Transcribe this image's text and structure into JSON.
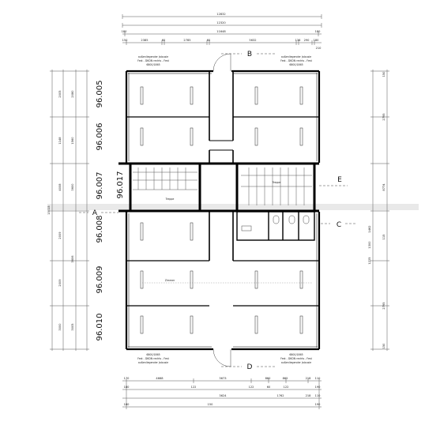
{
  "rooms": [
    {
      "id": "96.005",
      "label": "96.005"
    },
    {
      "id": "96.006",
      "label": "96.006"
    },
    {
      "id": "96.007",
      "label": "96.007"
    },
    {
      "id": "96.017",
      "label": "96.017"
    },
    {
      "id": "96.008",
      "label": "96.008"
    },
    {
      "id": "96.009",
      "label": "96.009"
    },
    {
      "id": "96.010",
      "label": "96.010"
    }
  ],
  "sections": {
    "A": "A",
    "B": "B",
    "C": "C",
    "D": "D",
    "E": "E"
  },
  "dims_top": {
    "overall": "12832",
    "row2": "12320",
    "row3_left": "180",
    "row3_mid": "11648",
    "row3_right": "180",
    "row4": [
      "150",
      "2385",
      "60",
      "2785",
      "60",
      "5632",
      "136",
      "290",
      "180"
    ],
    "row5": "210"
  },
  "dims_bottom": {
    "row1": [
      "170",
      "4668",
      "3673",
      "860",
      "865",
      "218",
      "110"
    ],
    "row2": [
      "180",
      "122",
      "122",
      "60",
      "122",
      "190"
    ],
    "row3": [
      "3624",
      "1762",
      "218",
      "110"
    ],
    "row4": [
      "180",
      "150",
      "190"
    ]
  },
  "dims_left": {
    "outer": [
      "2005",
      "1148",
      "4008",
      "2009",
      "2009",
      "3000"
    ],
    "inner": [
      "2080",
      "1560",
      "3600",
      "3606",
      "3005"
    ],
    "total": "15015"
  },
  "dims_right": {
    "col1": [
      "150",
      "2795",
      "8774",
      "115",
      "2795",
      "150"
    ],
    "col2": [
      "1462",
      "1300",
      "1225"
    ]
  },
  "annotations": {
    "top_window": "außenliegender Jalousie",
    "top_window2": "Fest - DKDN rechts - Fest",
    "top_window3": "6800/1865",
    "bottom_window": "außenliegender Jalousie",
    "bottom_window2": "Fest - DKDN rechts - Fest",
    "bottom_window3": "6800/1865",
    "stairs": "Treppe",
    "zimmer": "Zimmer"
  },
  "colors": {
    "wall": "#000000",
    "line": "#444444",
    "dim": "#555555",
    "smudge": "#bdbdbd"
  }
}
